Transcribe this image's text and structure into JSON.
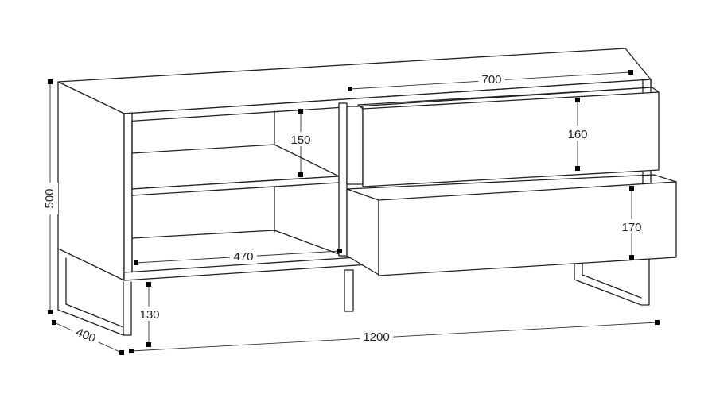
{
  "drawing": {
    "subject": "TV cabinet with open shelf and two drawers",
    "units": "mm",
    "colors": {
      "line": "#222222",
      "background": "#ffffff"
    }
  },
  "dimensions": {
    "height_total": "500",
    "depth": "400",
    "width_total": "1200",
    "leg_height": "130",
    "shelf_spacing": "150",
    "shelf_width": "470",
    "drawer_section_width": "700",
    "drawer_top_height": "160",
    "drawer_bottom_height": "170"
  }
}
